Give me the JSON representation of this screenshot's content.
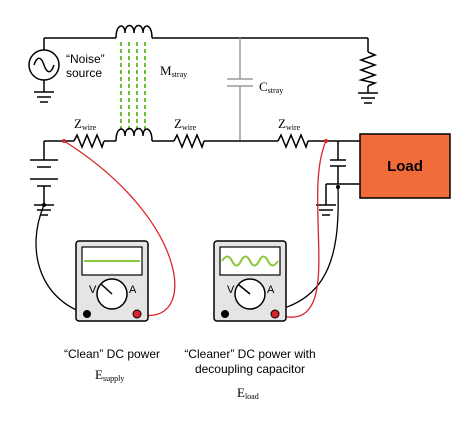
{
  "colors": {
    "wire": "#000000",
    "stray_coupling": "#6ac13a",
    "stray_cap": "#9a9a9a",
    "load_fill": "#f26b3a",
    "probe_red": "#d9252a",
    "trace_green": "#8dc63f",
    "meter_body": "#e5e5e5"
  },
  "noise_source": {
    "line1": "“Noise”",
    "line2": "source"
  },
  "stray": {
    "m_main": "M",
    "m_sub": "stray",
    "c_main": "C",
    "c_sub": "stray"
  },
  "wire_impedance": {
    "main": "Z",
    "sub": "wire"
  },
  "load": {
    "label": "Load"
  },
  "meters": [
    {
      "v_label": "V",
      "a_label": "A",
      "trace": "flat"
    },
    {
      "v_label": "V",
      "a_label": "A",
      "trace": "wavy"
    }
  ],
  "captions": {
    "left_line1": "“Clean” DC power",
    "left_e_main": "E",
    "left_e_sub": "supply",
    "right_line1": "“Cleaner” DC power with",
    "right_line2": "decoupling capacitor",
    "right_e_main": "E",
    "right_e_sub": "load"
  }
}
